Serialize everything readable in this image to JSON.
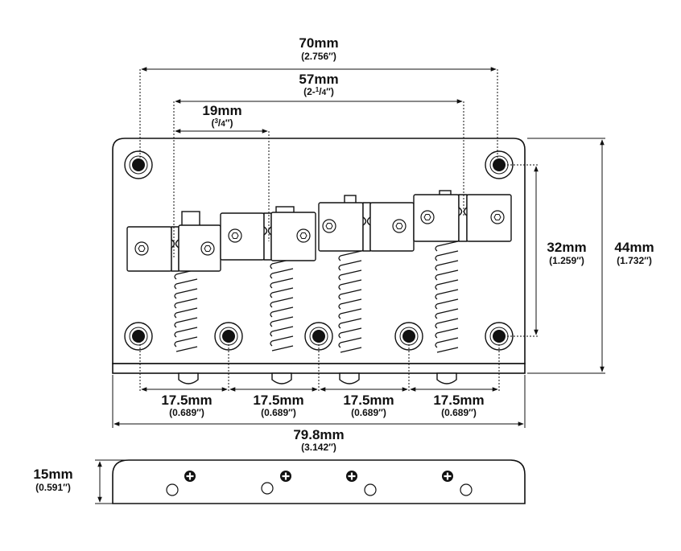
{
  "dimensions": {
    "width_70": {
      "mm": "70mm",
      "inch": "(2.756″)"
    },
    "width_57": {
      "mm": "57mm",
      "inch_pre": "(2-",
      "frac_num": "1",
      "frac_den": "4",
      "inch_post": "″)"
    },
    "width_19": {
      "mm": "19mm",
      "inch_pre": "(",
      "frac_num": "3",
      "frac_den": "4",
      "inch_post": "″)"
    },
    "height_32": {
      "mm": "32mm",
      "inch": "(1.259″)"
    },
    "height_44": {
      "mm": "44mm",
      "inch": "(1.732″)"
    },
    "spacing": [
      {
        "mm": "17.5mm",
        "inch": "(0.689″)"
      },
      {
        "mm": "17.5mm",
        "inch": "(0.689″)"
      },
      {
        "mm": "17.5mm",
        "inch": "(0.689″)"
      },
      {
        "mm": "17.5mm",
        "inch": "(0.689″)"
      }
    ],
    "total_width": {
      "mm": "79.8mm",
      "inch": "(3.142″)"
    },
    "side_height": {
      "mm": "15mm",
      "inch": "(0.591′′)"
    }
  },
  "colors": {
    "line": "#111111",
    "background": "#ffffff"
  },
  "icons": [
    "mounting-hole-icon",
    "saddle-screw-icon",
    "phillips-screw-icon",
    "spring-icon"
  ]
}
